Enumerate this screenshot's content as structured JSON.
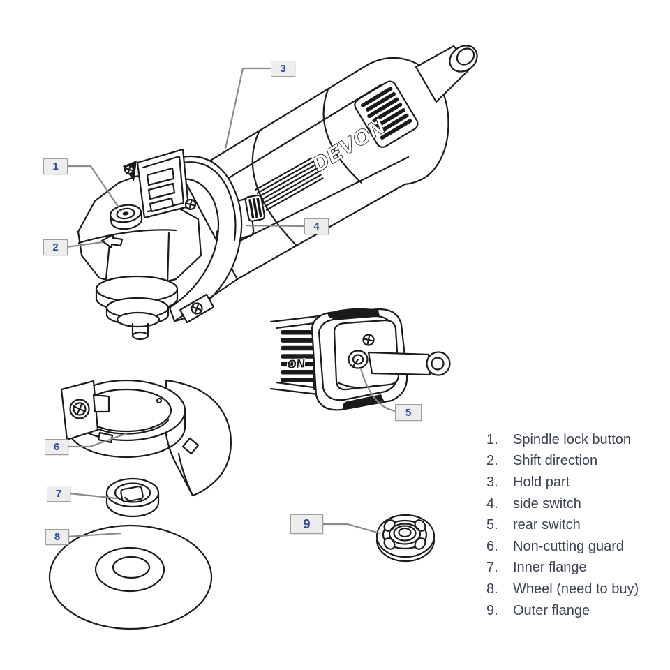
{
  "brand": {
    "body_text": "DEVON",
    "rear_text": "ON"
  },
  "callouts": [
    {
      "num": "1",
      "legend_num": "1.",
      "label": "Spindle lock button"
    },
    {
      "num": "2",
      "legend_num": "2.",
      "label": "Shift direction"
    },
    {
      "num": "3",
      "legend_num": "3.",
      "label": "Hold part"
    },
    {
      "num": "4",
      "legend_num": "4.",
      "label": "side switch"
    },
    {
      "num": "5",
      "legend_num": "5.",
      "label": "rear switch"
    },
    {
      "num": "6",
      "legend_num": "6.",
      "label": "Non-cutting guard"
    },
    {
      "num": "7",
      "legend_num": "7.",
      "label": "Inner flange"
    },
    {
      "num": "8",
      "legend_num": "8.",
      "label": "Wheel (need to buy)"
    },
    {
      "num": "9",
      "legend_num": "9.",
      "label": "Outer flange"
    }
  ],
  "colors": {
    "line": "#1c1c1c",
    "callout_number": "#2b4a94",
    "legend_text": "#3a4150",
    "callout_box_bg": "#ededed",
    "callout_box_border": "#9e9e9e",
    "leader_line": "#8a8a8a",
    "background": "#ffffff"
  }
}
